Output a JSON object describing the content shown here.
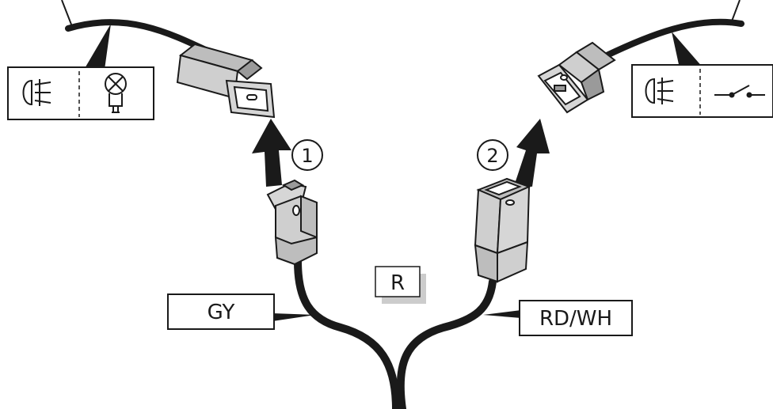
{
  "callouts": {
    "step_1": "1",
    "step_2": "2"
  },
  "labels": {
    "wire_left": "GY",
    "wire_right": "RD/WH",
    "variant": "R"
  },
  "icons": {
    "left_box": [
      "fog-light-icon",
      "bulb-icon"
    ],
    "right_box": [
      "fog-light-icon",
      "switch-icon"
    ]
  },
  "colors": {
    "line": "#1a1a1a",
    "connector_fill": "#cfcfcf",
    "connector_dark": "#9a9a9a",
    "label_shadow": "#cccccc"
  }
}
